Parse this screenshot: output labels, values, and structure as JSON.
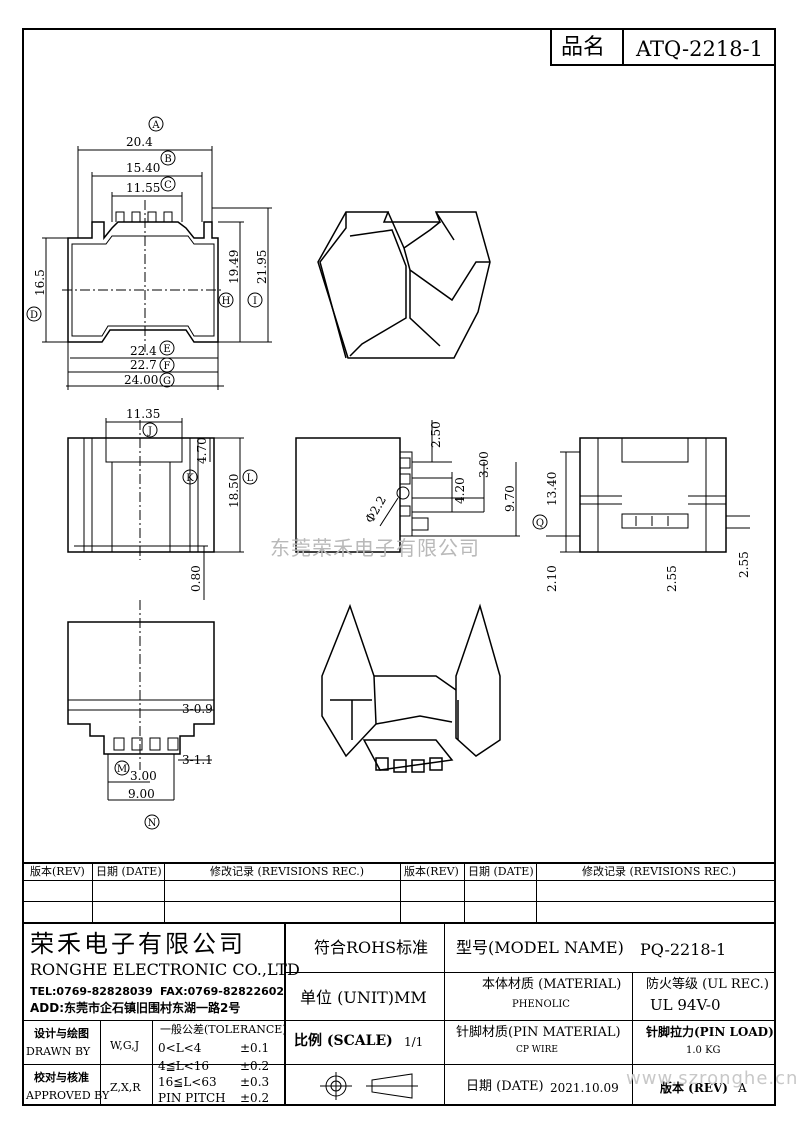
{
  "title_block": {
    "name_label": "品名",
    "part_no": "ATQ-2218-1"
  },
  "drawing": {
    "top_view": {
      "dims": [
        "20.4",
        "15.40",
        "11.55",
        "16.5",
        "19.49",
        "21.95",
        "22.4",
        "22.7",
        "24.00"
      ],
      "markers": [
        "A",
        "B",
        "C",
        "D",
        "H",
        "I",
        "E",
        "F",
        "G"
      ]
    },
    "front_view": {
      "dims": [
        "11.35",
        "4.70",
        "18.50",
        "0.80"
      ],
      "markers": [
        "J",
        "K",
        "L"
      ]
    },
    "side_view": {
      "dims": [
        "2.50",
        "3.00",
        "4.20",
        "9.70",
        "Φ2.2"
      ]
    },
    "right_view": {
      "dims": [
        "13.40",
        "2.10",
        "2.55",
        "2.55"
      ],
      "markers": [
        "Q"
      ]
    },
    "bottom_view": {
      "dims": [
        "3-0.9",
        "3-1.1",
        "3.00",
        "9.00"
      ],
      "markers": [
        "M",
        "N"
      ]
    },
    "watermark": "东莞荣禾电子有限公司"
  },
  "revisions": {
    "headers": [
      "版本(REV)",
      "日期 (DATE)",
      "修改记录 (REVISIONS REC.)",
      "版本(REV)",
      "日期 (DATE)",
      "修改记录 (REVISIONS REC.)"
    ]
  },
  "company": {
    "name_cn": "荣禾电子有限公司",
    "name_en": "RONGHE ELECTRONIC CO.,LTD",
    "tel": "TEL:0769-82828039",
    "fax": "FAX:0769-82822602",
    "addr": "ADD:东莞市企石镇旧围村东湖一路2号"
  },
  "info": {
    "rohs": "符合ROHS标准",
    "model_label": "型号(MODEL NAME)",
    "model_value": "PQ-2218-1",
    "unit_label": "单位 (UNIT)MM",
    "material_label": "本体材质 (MATERIAL)",
    "material_value": "PHENOLIC",
    "ul_label": "防火等级 (UL REC.)",
    "ul_value": "UL 94V-0",
    "scale_label": "比例 (SCALE)",
    "scale_value": "1/1",
    "pin_material_label": "针脚材质(PIN MATERIAL)",
    "pin_material_value": "CP WIRE",
    "pin_load_label": "针脚拉力(PIN LOAD)",
    "pin_load_value": "1.0 KG",
    "date_label": "日期 (DATE)",
    "date_value": "2021.10.09",
    "rev_label": "版本 (REV)",
    "rev_value": "A"
  },
  "approvals": {
    "drawn_cn": "设计与绘图",
    "drawn_en": "DRAWN BY",
    "drawn_val": "W,G,J",
    "approved_cn": "校对与核准",
    "approved_en": "APPROVED BY",
    "approved_val": "Z,X,R"
  },
  "tolerance": {
    "title": "一般公差(TOLERANCE)",
    "rows": [
      {
        "range": "0<L<4",
        "tol": "±0.1"
      },
      {
        "range": "4≦L<16",
        "tol": "±0.2"
      },
      {
        "range": "16≦L<63",
        "tol": "±0.3"
      },
      {
        "range": "PIN PITCH",
        "tol": "±0.2"
      }
    ]
  },
  "site_watermark": "www.szronghe.cn"
}
